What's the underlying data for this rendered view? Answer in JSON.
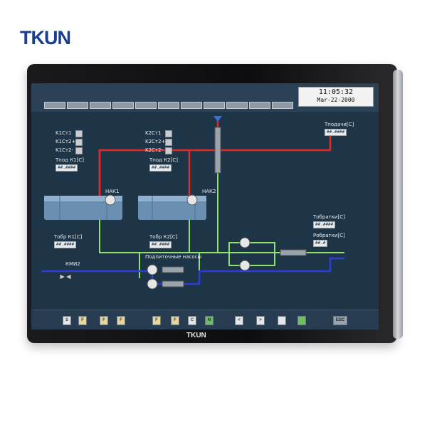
{
  "brand": {
    "logo_text": "TKUN",
    "bezel_logo_text": "TKUN"
  },
  "colors": {
    "screen_bg": "#1e3447",
    "hot_pipe": "#e02a2a",
    "cold_pipe": "#2b3fd6",
    "green_pipe": "#8fe36a",
    "brand": "#1a3f8f"
  },
  "clock": {
    "time": "11:05:32",
    "date": "Mar-22-2000"
  },
  "tanks": [
    {
      "status_labels": [
        "K1Ст1",
        "K1Ст2+",
        "K1Ст2-"
      ],
      "supply_label": "Тпод К1[С]",
      "supply_value": "##.####",
      "return_label": "Тобр К1[С]",
      "return_value": "##.####",
      "pump_label": "НАК1"
    },
    {
      "status_labels": [
        "K2Ст1",
        "K2Ст2+",
        "K2Ст2-"
      ],
      "supply_label": "Тпод К2[С]",
      "supply_value": "##.####",
      "return_label": "Тобр К2[С]",
      "return_value": "##.####",
      "pump_label": "НАК2"
    }
  ],
  "right_panel": {
    "supply": {
      "label": "Тподачи[С]",
      "value": "##.####"
    },
    "return_t": {
      "label": "Тобратки[С]",
      "value": "##.####"
    },
    "return_p": {
      "label": "Робратки[С]",
      "value": "##.#"
    }
  },
  "makeup": {
    "label": "Подпиточные насосы",
    "valve_label": "КМИ2"
  },
  "bottom_buttons": [
    {
      "label": "S",
      "style": "white"
    },
    {
      "label": "F",
      "style": "yellow"
    },
    {
      "label": "F",
      "style": "yellow"
    },
    {
      "label": "F",
      "style": "yellow"
    },
    {
      "label": "F",
      "style": "yellow"
    },
    {
      "label": "F",
      "style": "yellow"
    },
    {
      "label": "C",
      "style": "white"
    },
    {
      "label": "N",
      "style": "green"
    },
    {
      "label": "<",
      "style": "white"
    },
    {
      "label": ">",
      "style": "white"
    },
    {
      "label": "",
      "style": "white"
    },
    {
      "label": "",
      "style": "green"
    },
    {
      "label": "ESC",
      "style": "dark"
    }
  ]
}
